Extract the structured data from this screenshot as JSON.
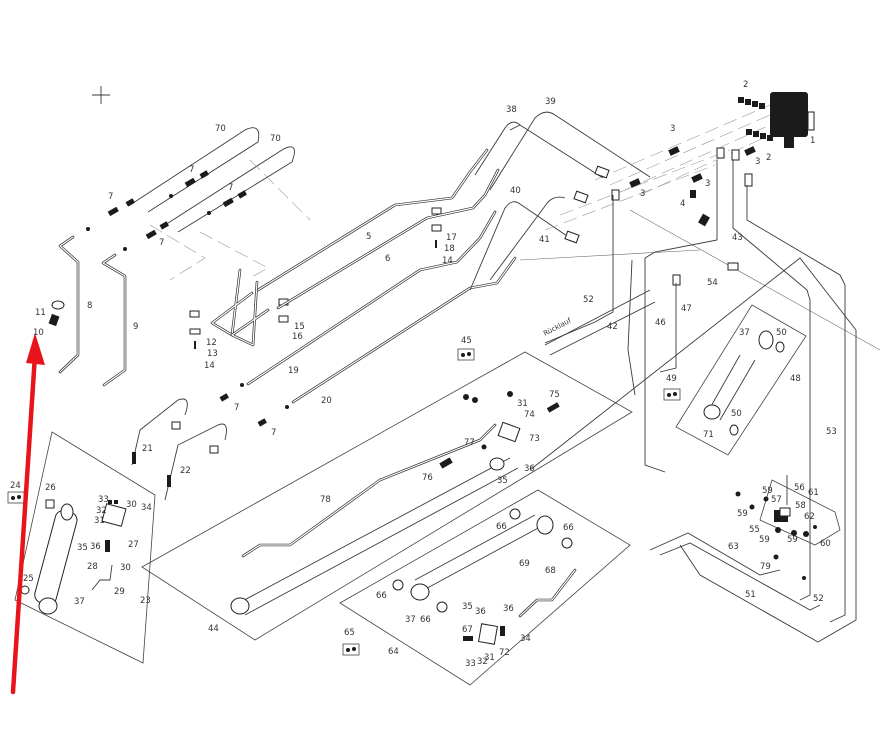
{
  "diagram": {
    "type": "exploded-parts-diagram",
    "subject": "hydraulic lines and cylinders",
    "annotation": {
      "kind": "arrow",
      "color": "#e8141c",
      "points_to": "10"
    },
    "labels": {
      "l1": "1",
      "l2a": "2",
      "l2b": "2",
      "l3a": "3",
      "l3b": "3",
      "l3c": "3",
      "l3d": "3",
      "l4": "4",
      "l5": "5",
      "l6": "6",
      "l7a": "7",
      "l7b": "7",
      "l7c": "7",
      "l7d": "7",
      "l7e": "7",
      "l7f": "7",
      "l8": "8",
      "l9": "9",
      "l10": "10",
      "l11": "11",
      "l12": "12",
      "l13": "13",
      "l14a": "14",
      "l14b": "14",
      "l15": "15",
      "l16": "16",
      "l17": "17",
      "l18": "18",
      "l19": "19",
      "l20": "20",
      "l21": "21",
      "l22": "22",
      "l23": "23",
      "l24": "24",
      "l25": "25",
      "l26": "26",
      "l27": "27",
      "l28": "28",
      "l29": "29",
      "l30a": "30",
      "l30b": "30",
      "l31a": "31",
      "l31b": "31",
      "l31c": "31",
      "l32a": "32",
      "l32b": "32",
      "l33a": "33",
      "l33b": "33",
      "l34a": "34",
      "l34b": "34",
      "l35a": "35",
      "l35b": "35",
      "l35c": "35",
      "l36a": "36",
      "l36b": "36",
      "l36c": "36",
      "l36d": "36",
      "l37a": "37",
      "l37b": "37",
      "l37c": "37",
      "l37d": "37",
      "l38": "38",
      "l39": "39",
      "l40": "40",
      "l41": "41",
      "l42": "42",
      "l43": "43",
      "l44": "44",
      "l45": "45",
      "l46": "46",
      "l47": "47",
      "l48": "48",
      "l49": "49",
      "l50a": "50",
      "l50b": "50",
      "l51": "51",
      "l52a": "52",
      "l52b": "52",
      "l53": "53",
      "l54": "54",
      "l55": "55",
      "l56": "56",
      "l57": "57",
      "l58": "58",
      "l59a": "59",
      "l59b": "59",
      "l59c": "59",
      "l59d": "59",
      "l60": "60",
      "l61": "61",
      "l62": "62",
      "l63": "63",
      "l64": "64",
      "l65": "65",
      "l66a": "66",
      "l66b": "66",
      "l66c": "66",
      "l66d": "66",
      "l67": "67",
      "l68": "68",
      "l69": "69",
      "l70a": "70",
      "l70b": "70",
      "l71": "71",
      "l72": "72",
      "l73": "73",
      "l74": "74",
      "l75": "75",
      "l76": "76",
      "l77": "77",
      "l78": "78",
      "l79": "79"
    },
    "pipe_text": "Rücklauf"
  }
}
